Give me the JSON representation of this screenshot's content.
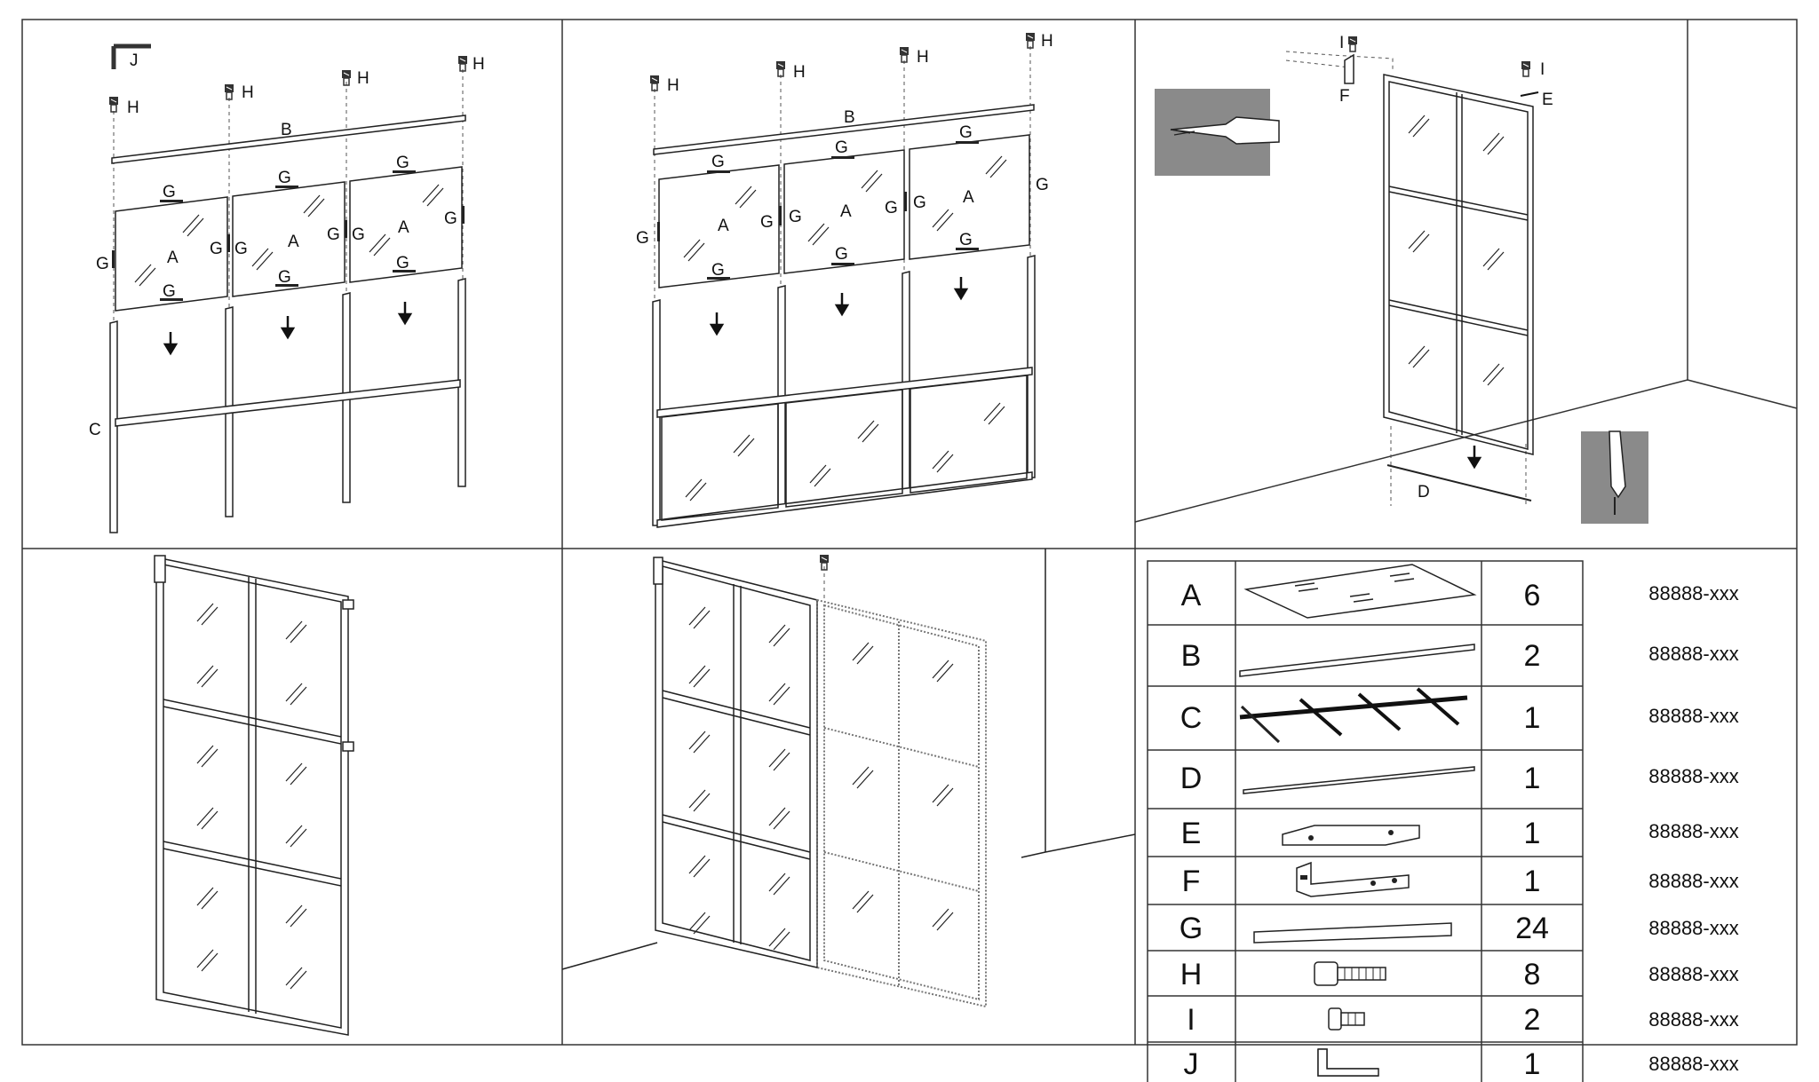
{
  "panels": {
    "p1": {
      "labels": {
        "J": "J",
        "B": "B",
        "C": "C",
        "G": "G",
        "A": "A",
        "H": "H"
      }
    },
    "p2": {
      "labels": {
        "B": "B",
        "G": "G",
        "A": "A",
        "H": "H"
      }
    },
    "p3": {
      "labels": {
        "I": "I",
        "F": "F",
        "E": "E",
        "D": "D"
      }
    }
  },
  "parts_table": {
    "rows": [
      {
        "letter": "A",
        "qty": "6",
        "code": "88888-xxx"
      },
      {
        "letter": "B",
        "qty": "2",
        "code": "88888-xxx"
      },
      {
        "letter": "C",
        "qty": "1",
        "code": "88888-xxx"
      },
      {
        "letter": "D",
        "qty": "1",
        "code": "88888-xxx"
      },
      {
        "letter": "E",
        "qty": "1",
        "code": "88888-xxx"
      },
      {
        "letter": "F",
        "qty": "1",
        "code": "88888-xxx"
      },
      {
        "letter": "G",
        "qty": "24",
        "code": "88888-xxx"
      },
      {
        "letter": "H",
        "qty": "8",
        "code": "88888-xxx"
      },
      {
        "letter": "I",
        "qty": "2",
        "code": "88888-xxx"
      },
      {
        "letter": "J",
        "qty": "1",
        "code": "88888-xxx"
      }
    ]
  }
}
